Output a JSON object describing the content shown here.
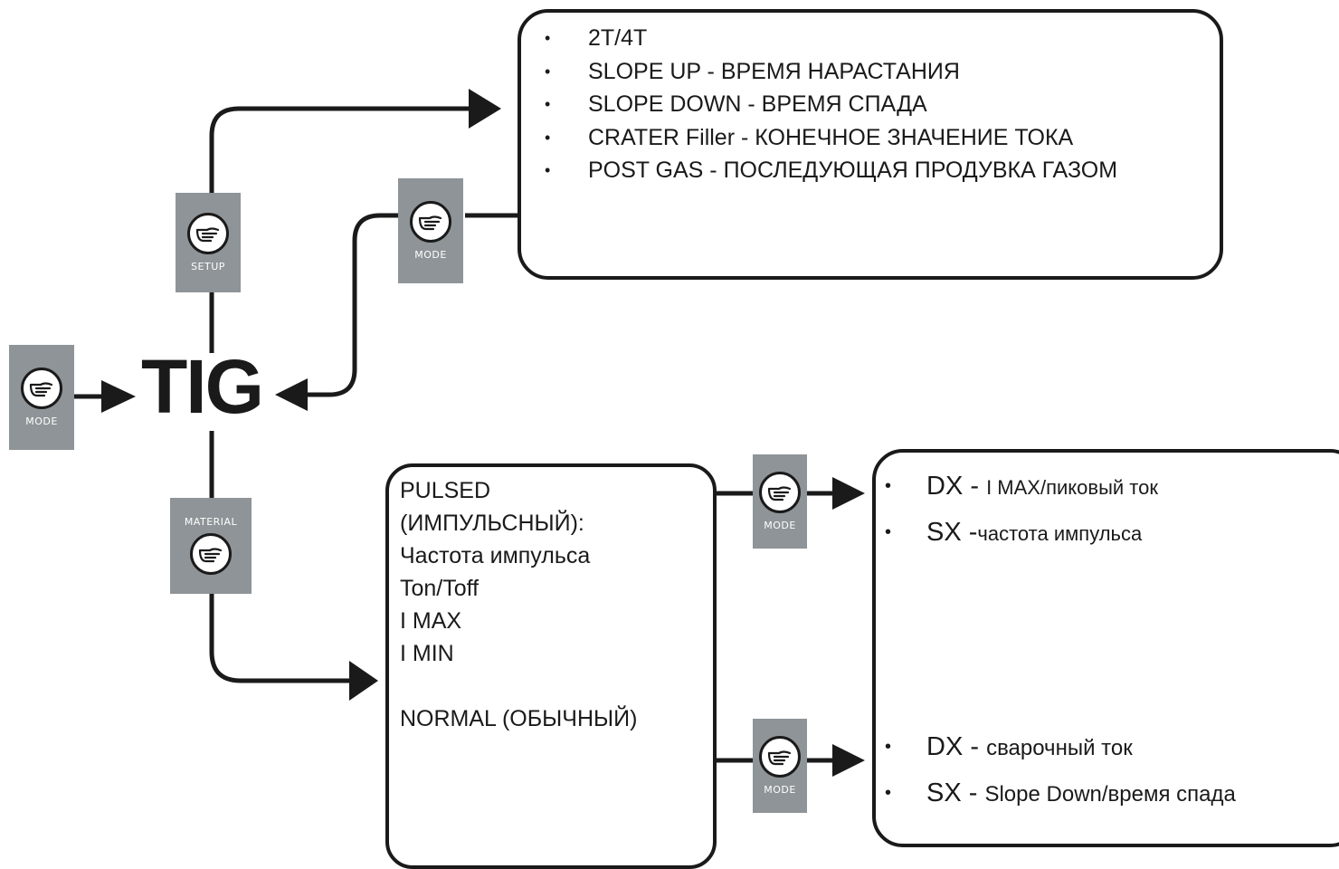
{
  "tig_label": "TIG",
  "buttons": {
    "mode_label": "MODE",
    "setup_label": "SETUP",
    "material_label": "MATERIAL"
  },
  "setup_menu": {
    "items": [
      "2T/4T",
      "SLOPE UP - ВРЕМЯ НАРАСТАНИЯ",
      "SLOPE DOWN - ВРЕМЯ СПАДА",
      "CRATER Filler - КОНЕЧНОЕ ЗНАЧЕНИЕ ТОКА",
      "POST GAS - ПОСЛЕДУЮЩАЯ ПРОДУВКА ГАЗОМ"
    ]
  },
  "material_menu": {
    "lines": [
      "PULSED",
      "(ИМПУЛЬСНЫЙ):",
      "Частота импульса",
      "Ton/Toff",
      "I MAX",
      "I MIN",
      "",
      "NORMAL (ОБЫЧНЫЙ)"
    ]
  },
  "pulsed_controls": [
    {
      "key": "DX - ",
      "value": "I MAX/пиковый ток"
    },
    {
      "key": "SX -",
      "value": "частота импульса"
    }
  ],
  "normal_controls": [
    {
      "key": "DX - ",
      "value": "сварочный ток"
    },
    {
      "key": "SX - ",
      "value": "Slope Down/время спада"
    }
  ],
  "colors": {
    "button_bg": "#8e9497",
    "line": "#1a1a1a"
  }
}
